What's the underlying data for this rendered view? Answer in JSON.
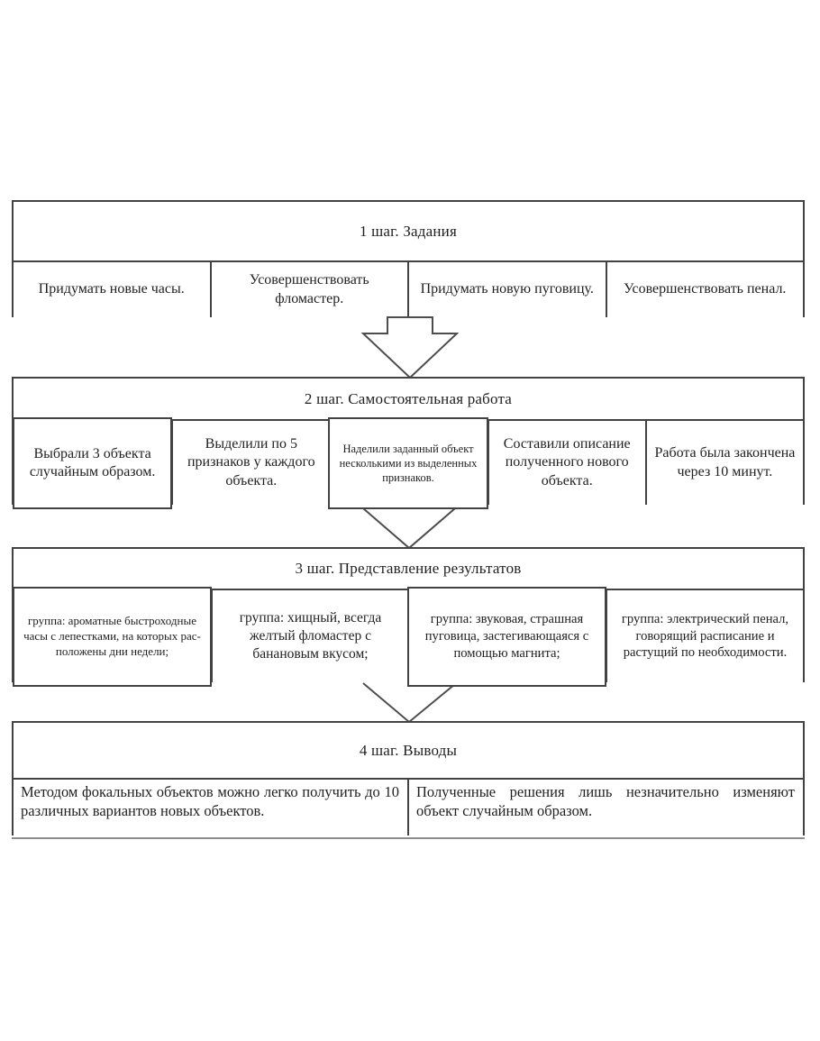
{
  "diagram": {
    "steps": [
      {
        "title": "1 шаг. Задания",
        "cells": [
          "Придумать новые часы.",
          "Усовершенствовать фломастер.",
          "Придумать новую пуговицу.",
          "Усовершенствовать пенал."
        ]
      },
      {
        "title": "2 шаг. Самостоятельная работа",
        "cells": [
          "Выбрали 3 объекта случайным образом.",
          "Выделили по 5 признаков у каждого объекта.",
          "Наделили заданный объект несколькими из выделенных признаков.",
          "Составили описание полученного нового объекта.",
          "Работа была закончена через 10 минут."
        ]
      },
      {
        "title": "3 шаг. Представление результатов",
        "cells": [
          "группа: ароматные быстроходные часы с лепестками, на которых рас-положены дни недели;",
          "группа: хищный, всегда желтый фломастер с банановым вкусом;",
          "группа: звуковая, страшная пуговица, застегивающаяся с помощью магнита;",
          "группа: электрический пенал, говорящий расписание и растущий по необходимости."
        ]
      },
      {
        "title": "4 шаг. Выводы",
        "cells": [
          "Методом фокальных объектов можно легко получить до 10 различных вариантов новых объектов.",
          "Полученные решения лишь незначительно изменяют объект случайным образом."
        ]
      }
    ],
    "icons": {
      "between_1_2": "block-arrow-down",
      "between_2_3": "chevron-arrow-down",
      "between_3_4": "chevron-arrow-down"
    },
    "colors": {
      "border": "#424242",
      "text": "#1f1f1f",
      "background": "#ffffff"
    }
  }
}
